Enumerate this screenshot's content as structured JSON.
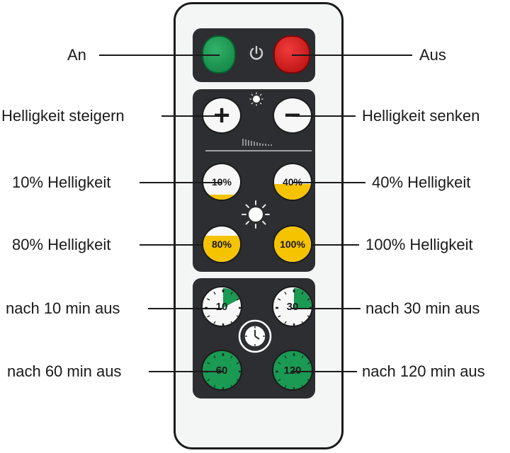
{
  "labels": {
    "on": "An",
    "off": "Aus",
    "bright_up": "Helligkeit steigern",
    "bright_down": "Helligkeit senken",
    "level_10": "10% Helligkeit",
    "level_40": "40% Helligkeit",
    "level_80": "80% Helligkeit",
    "level_100": "100% Helligkeit",
    "timer_10": "nach 10 min aus",
    "timer_30": "nach 30 min aus",
    "timer_60": "nach 60 min aus",
    "timer_120": "nach 120 min aus"
  },
  "buttons": {
    "plus": "+",
    "minus": "−",
    "level_10": "10%",
    "level_40": "40%",
    "level_80": "80%",
    "level_100": "100%",
    "timer_10": "10",
    "timer_30": "30",
    "timer_60": "60",
    "timer_120": "120"
  },
  "levels": {
    "level_10": 0.15,
    "level_40": 0.45,
    "level_80": 0.75,
    "level_100": 1.0
  },
  "timer_fill": {
    "timer_10": 0.17,
    "timer_30": 0.25,
    "timer_60": 1.0,
    "timer_120": 1.0
  },
  "colors": {
    "on_button": "#1e9e52",
    "off_button": "#d41a1a",
    "brightness_fill": "#f5c300",
    "timer_fill": "#1a9a53",
    "panel": "#2c2e31"
  },
  "icons": [
    "power-icon",
    "sun-icon",
    "clock-icon",
    "brightness-ramp-icon"
  ]
}
